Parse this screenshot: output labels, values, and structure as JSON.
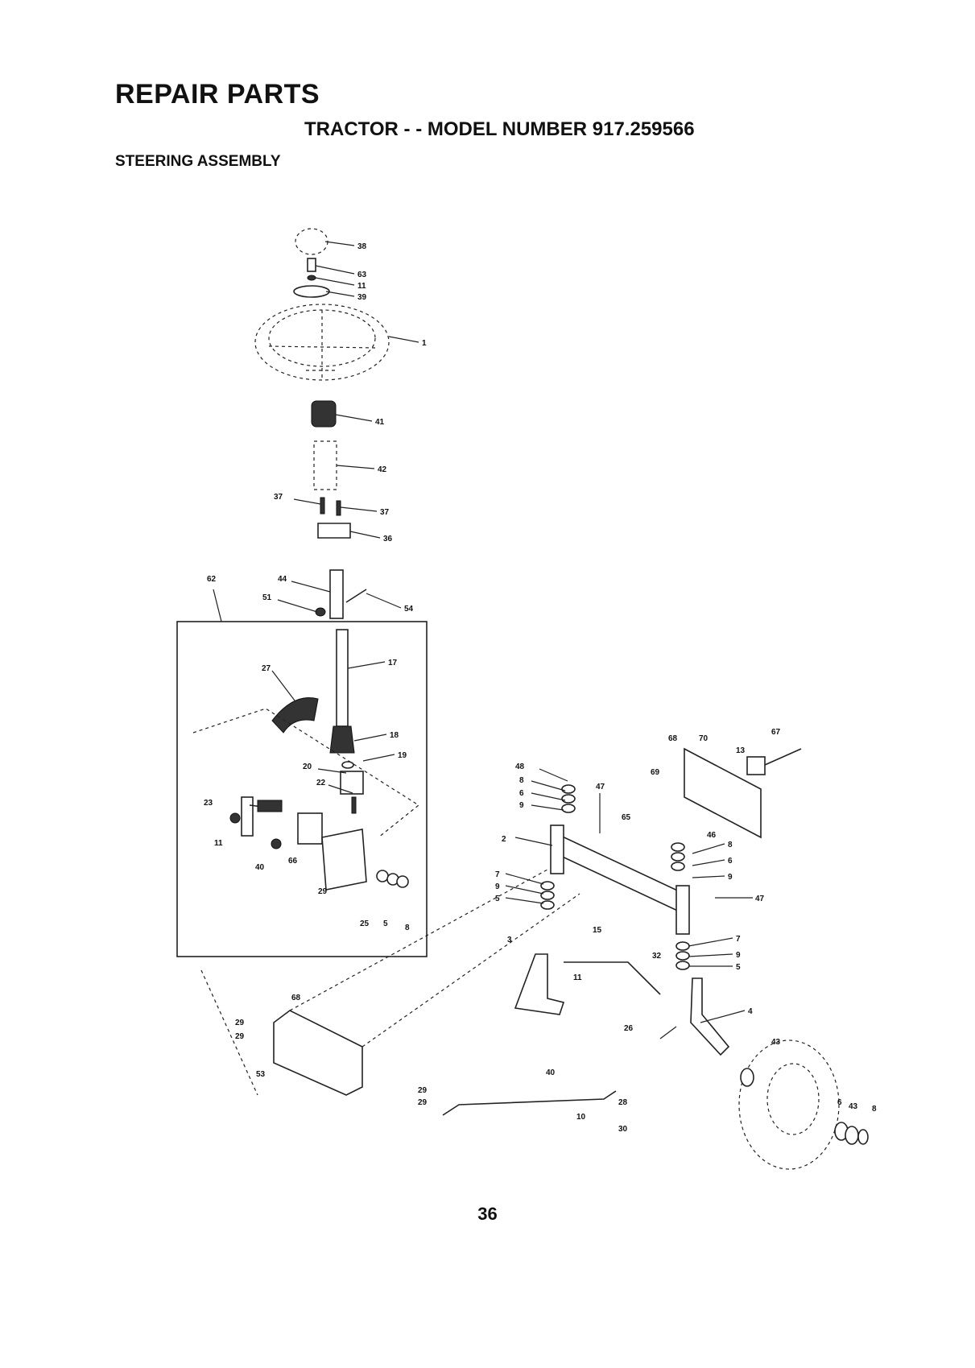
{
  "header": {
    "title": "REPAIR PARTS",
    "subtitle": "TRACTOR - - MODEL NUMBER 917.259566",
    "section": "STEERING ASSEMBLY"
  },
  "page_number": "36",
  "callouts": [
    "38",
    "63",
    "11",
    "39",
    "1",
    "41",
    "42",
    "37",
    "37",
    "36",
    "62",
    "44",
    "51",
    "54",
    "17",
    "27",
    "18",
    "19",
    "20",
    "22",
    "23",
    "11",
    "40",
    "66",
    "29",
    "25",
    "5",
    "8",
    "48",
    "8",
    "6",
    "9",
    "47",
    "68",
    "70",
    "13",
    "67",
    "69",
    "65",
    "46",
    "8",
    "6",
    "9",
    "2",
    "7",
    "9",
    "5",
    "47",
    "15",
    "3",
    "11",
    "32",
    "7",
    "9",
    "5",
    "26",
    "4",
    "43",
    "68",
    "29",
    "29",
    "53",
    "29",
    "29",
    "40",
    "10",
    "28",
    "30",
    "6",
    "43",
    "8"
  ],
  "colors": {
    "ink": "#111111",
    "paper": "#ffffff"
  }
}
